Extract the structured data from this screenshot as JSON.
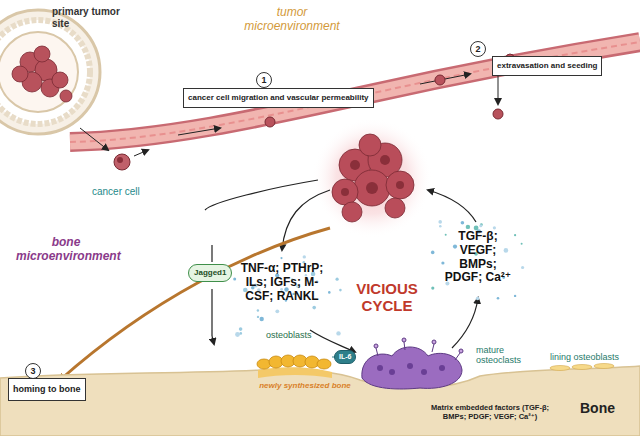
{
  "diagram": {
    "nodes": [
      {
        "text": [
          "1"
        ]
      },
      {
        "text": [
          "cancer cell migration and vascular permeability"
        ]
      },
      {
        "text": [
          "2"
        ]
      },
      {
        "text": [
          "extravasation and seeding"
        ]
      },
      {
        "text": [
          "Jagged1"
        ]
      },
      {
        "text": [
          "IL-6"
        ]
      },
      {
        "text": [
          "3"
        ]
      },
      {
        "text": [
          "homing to bone"
        ]
      }
    ],
    "labels": [
      "primary tumor site",
      "tumor microenvironment",
      "cancer cell",
      "bone microenvironment",
      "TNF-α; PTHrP; ILs; IGFs; M-CSF; RANKL",
      "VICIOUS CYCLE",
      "TGF-β; VEGF; BMPs; PDGF; Ca²⁺",
      "osteoblasts",
      "newly synthesized bone",
      "mature osteoclasts",
      "lining osteoblasts",
      "Matrix embedded factors (TGF-β; BMPs; PDGF; VEGF; Ca²⁺)",
      "Bone"
    ]
  }
}
